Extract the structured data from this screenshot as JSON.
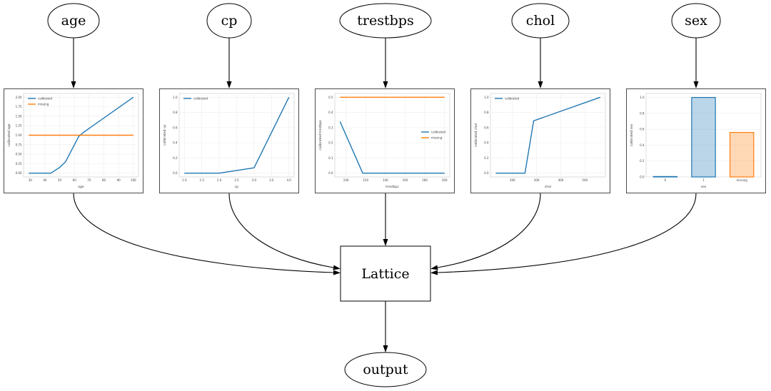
{
  "graph": {
    "inputs": [
      {
        "label": "age"
      },
      {
        "label": "cp"
      },
      {
        "label": "trestbps"
      },
      {
        "label": "chol"
      },
      {
        "label": "sex"
      }
    ],
    "lattice_label": "Lattice",
    "output_label": "output"
  },
  "colors": {
    "calibrated": "#1f77b4",
    "missing": "#ff7f0e",
    "edge": "#000000"
  },
  "chart_data": [
    {
      "type": "line",
      "feature": "age",
      "xlabel": "age",
      "ylabel": "calibrated age",
      "xlim": [
        25.5,
        103.5
      ],
      "ylim": [
        -0.1,
        2.1
      ],
      "xticks": {
        "values": [
          30,
          40,
          50,
          60,
          70,
          80,
          90,
          100
        ],
        "labels": [
          "30",
          "40",
          "50",
          "60",
          "70",
          "80",
          "90",
          "100"
        ]
      },
      "yticks": {
        "values": [
          0,
          0.25,
          0.5,
          0.75,
          1.0,
          1.25,
          1.5,
          1.75,
          2.0
        ],
        "labels": [
          "0.00",
          "0.25",
          "0.50",
          "0.75",
          "1.00",
          "1.25",
          "1.50",
          "1.75",
          "2.00"
        ]
      },
      "series": [
        {
          "name": "calibrated",
          "color": "#1f77b4",
          "points": [
            [
              29,
              0
            ],
            [
              44,
              0
            ],
            [
              50,
              0.15
            ],
            [
              54,
              0.3
            ],
            [
              63,
              0.97
            ],
            [
              66,
              1.07
            ],
            [
              100,
              2.0
            ]
          ]
        },
        {
          "name": "missing",
          "color": "#ff7f0e",
          "points": [
            [
              29,
              1.0
            ],
            [
              100,
              1.0
            ]
          ]
        }
      ],
      "legend": {
        "loc": "upper-left"
      }
    },
    {
      "type": "line",
      "feature": "cp",
      "xlabel": "cp",
      "ylabel": "calibrated cp",
      "xlim": [
        0.85,
        4.15
      ],
      "ylim": [
        -0.05,
        1.05
      ],
      "xticks": {
        "values": [
          1.0,
          1.5,
          2.0,
          2.5,
          3.0,
          3.5,
          4.0
        ],
        "labels": [
          "1.0",
          "1.5",
          "2.0",
          "2.5",
          "3.0",
          "3.5",
          "4.0"
        ]
      },
      "yticks": {
        "values": [
          0,
          0.2,
          0.4,
          0.6,
          0.8,
          1.0
        ],
        "labels": [
          "0.0",
          "0.2",
          "0.4",
          "0.6",
          "0.8",
          "1.0"
        ]
      },
      "series": [
        {
          "name": "calibrated",
          "color": "#1f77b4",
          "points": [
            [
              1,
              0
            ],
            [
              2,
              0
            ],
            [
              2.5,
              0.035
            ],
            [
              3,
              0.07
            ],
            [
              4,
              1.0
            ]
          ]
        }
      ],
      "legend": {
        "loc": "upper-left"
      }
    },
    {
      "type": "line",
      "feature": "trestbps",
      "xlabel": "trestbps",
      "ylabel": "calibrated trestbps",
      "xlim": [
        88.7,
        205.3
      ],
      "ylim": [
        -0.025,
        0.525
      ],
      "xticks": {
        "values": [
          100,
          120,
          140,
          160,
          180,
          200
        ],
        "labels": [
          "100",
          "120",
          "140",
          "160",
          "180",
          "200"
        ]
      },
      "yticks": {
        "values": [
          0,
          0.1,
          0.2,
          0.3,
          0.4,
          0.5
        ],
        "labels": [
          "0.0",
          "0.1",
          "0.2",
          "0.3",
          "0.4",
          "0.5"
        ]
      },
      "series": [
        {
          "name": "calibrated",
          "color": "#1f77b4",
          "points": [
            [
              94,
              0.34
            ],
            [
              117,
              0
            ],
            [
              200,
              0
            ]
          ]
        },
        {
          "name": "missing",
          "color": "#ff7f0e",
          "points": [
            [
              94,
              0.5
            ],
            [
              200,
              0.5
            ]
          ]
        }
      ],
      "legend": {
        "loc": "center-right"
      }
    },
    {
      "type": "line",
      "feature": "chol",
      "xlabel": "chol",
      "ylabel": "calibrated chol",
      "xlim": [
        109,
        585
      ],
      "ylim": [
        -0.05,
        1.05
      ],
      "xticks": {
        "values": [
          200,
          300,
          400,
          500
        ],
        "labels": [
          "200",
          "300",
          "400",
          "500"
        ]
      },
      "yticks": {
        "values": [
          0,
          0.2,
          0.4,
          0.6,
          0.8,
          1.0
        ],
        "labels": [
          "0.0",
          "0.2",
          "0.4",
          "0.6",
          "0.8",
          "1.0"
        ]
      },
      "series": [
        {
          "name": "calibrated",
          "color": "#1f77b4",
          "points": [
            [
              131,
              0
            ],
            [
              252,
              0
            ],
            [
              288,
              0.69
            ],
            [
              564,
              1.0
            ]
          ]
        }
      ],
      "legend": {
        "loc": "upper-left"
      }
    },
    {
      "type": "bar",
      "feature": "sex",
      "xlabel": "sex",
      "ylabel": "calibrated sex",
      "ylim": [
        0,
        1.05
      ],
      "categories": [
        "0",
        "1",
        "missing"
      ],
      "values": [
        0.005,
        1.0,
        0.56
      ],
      "bar_colors": [
        "#1f77b4",
        "#1f77b4",
        "#ff7f0e"
      ],
      "yticks": {
        "values": [
          0,
          0.2,
          0.4,
          0.6,
          0.8,
          1.0
        ],
        "labels": [
          "0.0",
          "0.2",
          "0.4",
          "0.6",
          "0.8",
          "1.0"
        ]
      }
    }
  ]
}
